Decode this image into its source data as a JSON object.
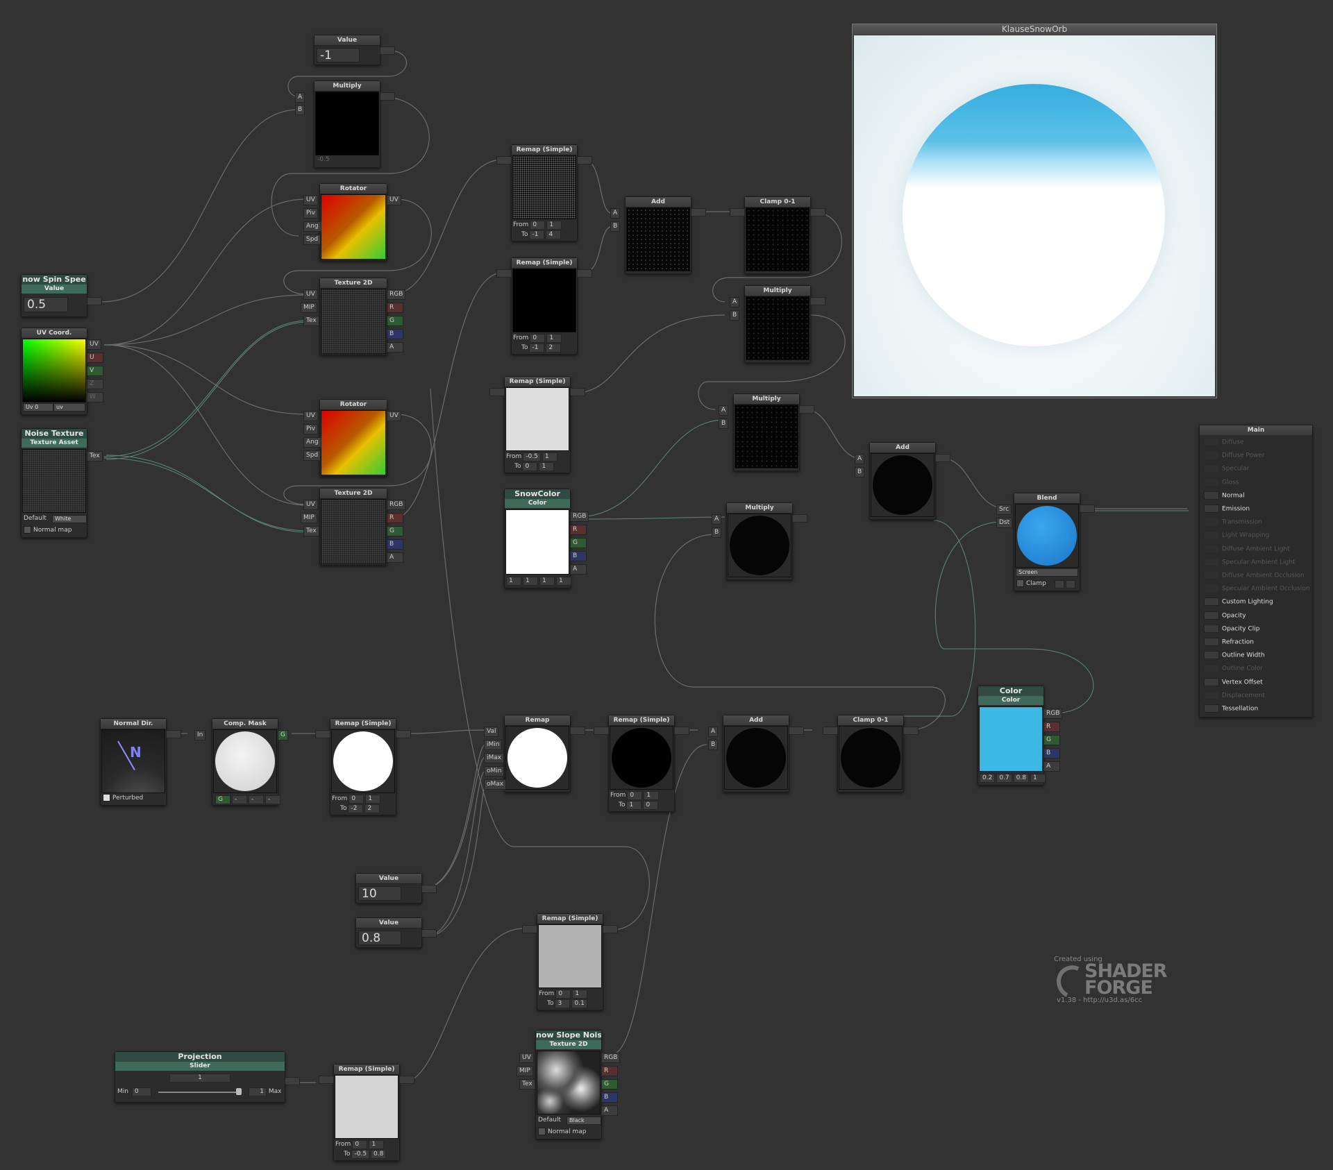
{
  "preview": {
    "title": "KlauseSnowOrb"
  },
  "nodes": {
    "value_neg1": {
      "header": "Value",
      "value": "-1"
    },
    "multiply1": {
      "header": "Multiply",
      "a": "A",
      "b": "B",
      "footer": "-0.5"
    },
    "rotator1": {
      "header": "Rotator",
      "uv": "UV",
      "piv": "Piv",
      "ang": "Ang",
      "spd": "Spd",
      "out": "UV"
    },
    "spin_speed": {
      "title": "now Spin Spee",
      "sub": "Value",
      "value": "0.5"
    },
    "texture2d_1": {
      "header": "Texture 2D",
      "uv": "UV",
      "mip": "MIP",
      "tex": "Tex",
      "rgb": "RGB",
      "r": "R",
      "g": "G",
      "b": "B",
      "a": "A"
    },
    "uv_coord": {
      "header": "UV Coord.",
      "uv": "UV",
      "u": "U",
      "v": "V",
      "z": "Z",
      "w": "W",
      "dd1": "Uv 0",
      "dd2": "uv"
    },
    "noise_texture": {
      "title": "Noise Texture",
      "sub": "Texture Asset",
      "tex": "Tex",
      "default_label": "Default",
      "default_value": "White",
      "normal_map": "Normal map"
    },
    "rotator2": {
      "header": "Rotator",
      "uv": "UV",
      "piv": "Piv",
      "ang": "Ang",
      "spd": "Spd",
      "out": "UV"
    },
    "texture2d_2": {
      "header": "Texture 2D",
      "uv": "UV",
      "mip": "MIP",
      "tex": "Tex",
      "rgb": "RGB",
      "r": "R",
      "g": "G",
      "b": "B",
      "a": "A"
    },
    "remap1": {
      "header": "Remap (Simple)",
      "from": "From",
      "to": "To",
      "f0": "0",
      "f1": "1",
      "t0": "-1",
      "t1": "4"
    },
    "remap2": {
      "header": "Remap (Simple)",
      "from": "From",
      "to": "To",
      "f0": "0",
      "f1": "1",
      "t0": "-1",
      "t1": "2"
    },
    "add1": {
      "header": "Add",
      "a": "A",
      "b": "B"
    },
    "clamp1": {
      "header": "Clamp 0-1"
    },
    "multiply2": {
      "header": "Multiply",
      "a": "A",
      "b": "B"
    },
    "remap3": {
      "header": "Remap (Simple)",
      "from": "From",
      "to": "To",
      "f0": "-0.5",
      "f1": "1",
      "t0": "0",
      "t1": "1"
    },
    "multiply3": {
      "header": "Multiply",
      "a": "A",
      "b": "B"
    },
    "snowcolor": {
      "title": "SnowColor",
      "sub": "Color",
      "rgb": "RGB",
      "r": "R",
      "g": "G",
      "b": "B",
      "a": "A",
      "v1": "1",
      "v2": "1",
      "v3": "1",
      "v4": "1"
    },
    "multiply4": {
      "header": "Multiply",
      "a": "A",
      "b": "B"
    },
    "add2": {
      "header": "Add",
      "a": "A",
      "b": "B"
    },
    "blend": {
      "header": "Blend",
      "src": "Src",
      "dst": "Dst",
      "mode": "Screen",
      "clamp": "Clamp"
    },
    "normal_dir": {
      "header": "Normal Dir.",
      "letter": "N",
      "perturbed": "Perturbed"
    },
    "comp_mask": {
      "header": "Comp. Mask",
      "in": "In",
      "g": "G",
      "ch1": "G",
      "ch2": "-",
      "ch3": "-",
      "ch4": "-"
    },
    "remap4": {
      "header": "Remap (Simple)",
      "from": "From",
      "to": "To",
      "f0": "0",
      "f1": "1",
      "t0": "-2",
      "t1": "2"
    },
    "remap_full": {
      "header": "Remap",
      "val": "Val",
      "imin": "iMin",
      "imax": "iMax",
      "omin": "oMin",
      "omax": "oMax"
    },
    "remap5": {
      "header": "Remap (Simple)",
      "from": "From",
      "to": "To",
      "f0": "0",
      "f1": "1",
      "t0": "1",
      "t1": "0"
    },
    "add3": {
      "header": "Add",
      "a": "A",
      "b": "B"
    },
    "clamp2": {
      "header": "Clamp 0-1"
    },
    "color": {
      "title": "Color",
      "sub": "Color",
      "rgb": "RGB",
      "r": "R",
      "g": "G",
      "b": "B",
      "a": "A",
      "v1": "0.2",
      "v2": "0.7",
      "v3": "0.8",
      "v4": "1"
    },
    "value10": {
      "header": "Value",
      "value": "10"
    },
    "value08": {
      "header": "Value",
      "value": "0.8"
    },
    "remap6": {
      "header": "Remap (Simple)",
      "from": "From",
      "to": "To",
      "f0": "0",
      "f1": "1",
      "t0": "3",
      "t1": "0.1"
    },
    "slope_noise": {
      "title": "now Slope Nois",
      "sub": "Texture 2D",
      "uv": "UV",
      "mip": "MIP",
      "tex": "Tex",
      "rgb": "RGB",
      "r": "R",
      "g": "G",
      "b": "B",
      "a": "A",
      "default_label": "Default",
      "default_value": "Black",
      "normal_map": "Normal map"
    },
    "projection": {
      "title": "Projection",
      "sub": "Slider",
      "value": "1",
      "min_label": "Min",
      "min": "0",
      "max_label": "Max",
      "max": "1"
    },
    "remap7": {
      "header": "Remap (Simple)",
      "from": "From",
      "to": "To",
      "f0": "0",
      "f1": "1",
      "t0": "-0.5",
      "t1": "0.8"
    }
  },
  "main": {
    "header": "Main",
    "items": [
      {
        "label": "Diffuse",
        "enabled": false
      },
      {
        "label": "Diffuse Power",
        "enabled": false
      },
      {
        "label": "Specular",
        "enabled": false
      },
      {
        "label": "Gloss",
        "enabled": false
      },
      {
        "label": "Normal",
        "enabled": true
      },
      {
        "label": "Emission",
        "enabled": true
      },
      {
        "label": "Transmission",
        "enabled": false
      },
      {
        "label": "Light Wrapping",
        "enabled": false
      },
      {
        "label": "Diffuse Ambient Light",
        "enabled": false
      },
      {
        "label": "Specular Ambient Light",
        "enabled": false
      },
      {
        "label": "Diffuse Ambient Occlusion",
        "enabled": false
      },
      {
        "label": "Specular Ambient Occlusion",
        "enabled": false
      },
      {
        "label": "Custom Lighting",
        "enabled": true
      },
      {
        "label": "Opacity",
        "enabled": true
      },
      {
        "label": "Opacity Clip",
        "enabled": true
      },
      {
        "label": "Refraction",
        "enabled": true
      },
      {
        "label": "Outline Width",
        "enabled": true
      },
      {
        "label": "Outline Color",
        "enabled": false
      },
      {
        "label": "Vertex Offset",
        "enabled": true
      },
      {
        "label": "Displacement",
        "enabled": false
      },
      {
        "label": "Tessellation",
        "enabled": true
      }
    ]
  },
  "branding": {
    "created": "Created using",
    "logo_line1": "SHADER",
    "logo_line2": "FORGE",
    "version": "v1.38 - http://u3d.as/6cc"
  },
  "colors": {
    "background": "#323232",
    "node": "#2c2c2c",
    "snow_blue": "#34aee0",
    "color_swatch": "#3cb8e4",
    "wire": "#6c6c6c"
  }
}
